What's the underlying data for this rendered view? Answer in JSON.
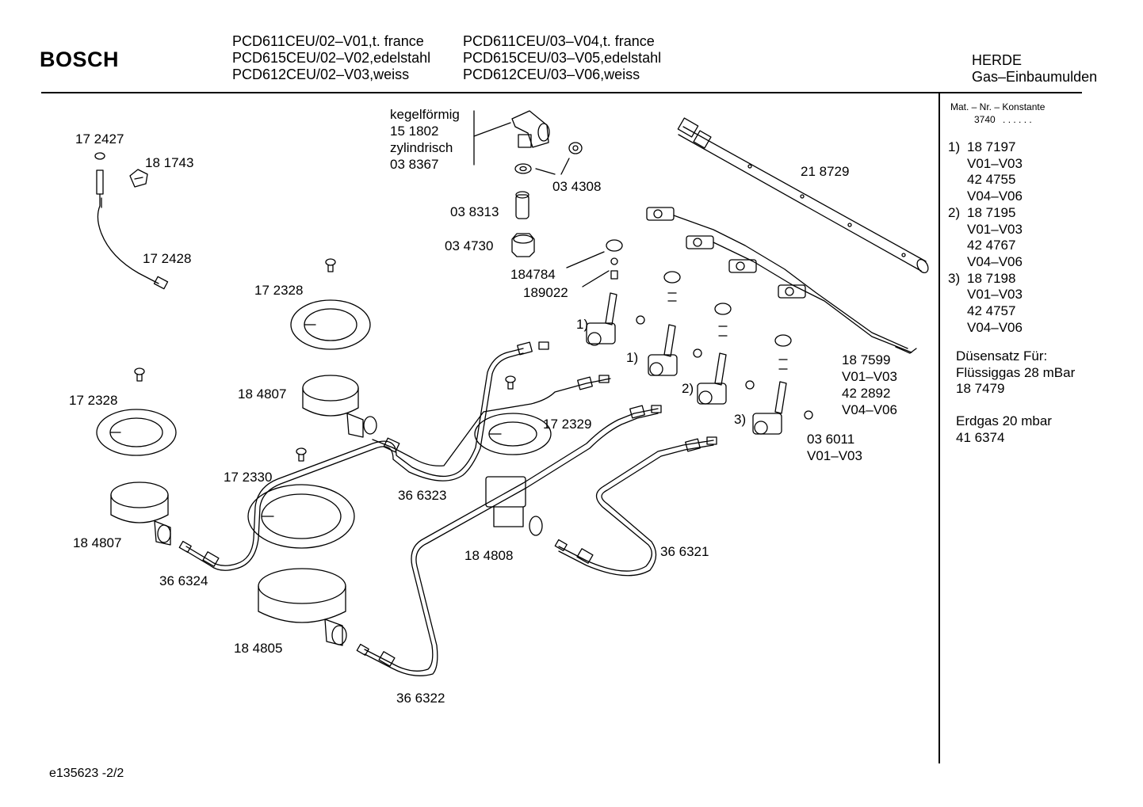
{
  "header": {
    "brand": "BOSCH",
    "models_left": [
      "PCD611CEU/02–V01,t. france",
      "PCD615CEU/02–V02,edelstahl",
      "PCD612CEU/02–V03,weiss"
    ],
    "models_right": [
      "PCD611CEU/03–V04,t. france",
      "PCD615CEU/03–V05,edelstahl",
      "PCD612CEU/03–V06,weiss"
    ],
    "category": "HERDE",
    "subcategory": "Gas–Einbaumulden"
  },
  "sidebar": {
    "heading": "Mat. – Nr. – Konstante",
    "constant": "3740",
    "constant_dots": ". .  . . . .",
    "entries": [
      {
        "num": "1)",
        "lines": [
          "18 7197",
          "V01–V03",
          "42 4755",
          "V04–V06"
        ]
      },
      {
        "num": "2)",
        "lines": [
          "18 7195",
          "V01–V03",
          "42 4767",
          "V04–V06"
        ]
      },
      {
        "num": "3)",
        "lines": [
          "18 7198",
          "V01–V03",
          "42 4757",
          "V04–V06"
        ]
      }
    ],
    "nozzle_set": [
      "Düsensatz Für:",
      "Flüssiggas 28 mBar",
      "18 7479"
    ],
    "natural_gas": [
      "Erdgas 20 mbar",
      "41 6374"
    ]
  },
  "parts": {
    "p172427": "17 2427",
    "p181743": "18 1743",
    "p172428": "17 2428",
    "p172328a": "17 2328",
    "p172328b": "17 2328",
    "p184807a": "18 4807",
    "p184807b": "18 4807",
    "p172330": "17 2330",
    "p366324": "36 6324",
    "p184805": "18 4805",
    "p366322": "36 6322",
    "p366323": "36 6323",
    "p172329": "17 2329",
    "p184808": "18 4808",
    "p366321": "36 6321",
    "kegel": [
      "kegelförmig",
      "15 1802",
      "zylindrisch",
      "03 8367"
    ],
    "p034308": "03 4308",
    "p038313": "03 8313",
    "p034730": "03 4730",
    "p184784": "184784",
    "p189022": "189022",
    "p218729": "21 8729",
    "p187599": [
      "18 7599",
      "V01–V03",
      "42 2892",
      "V04–V06"
    ],
    "p036011": [
      "03 6011",
      "V01–V03"
    ],
    "tap1a": "1)",
    "tap1b": "1)",
    "tap2": "2)",
    "tap3": "3)"
  },
  "footer": {
    "doc_id": "e135623  -2/2"
  }
}
